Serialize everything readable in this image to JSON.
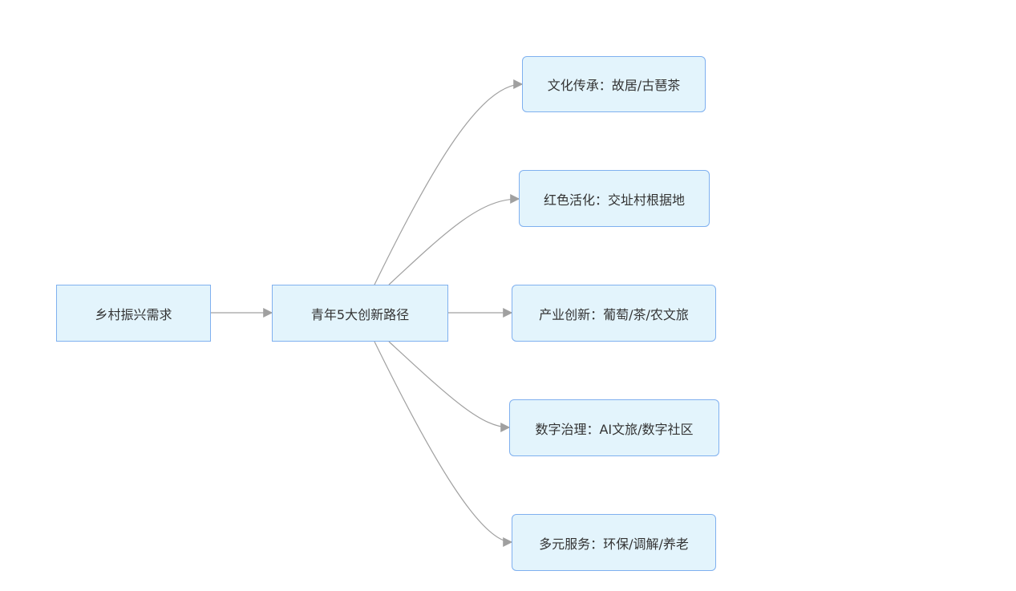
{
  "diagram": {
    "type": "flowchart",
    "nodes": {
      "demand": "乡村振兴需求",
      "paths": "青年5大创新路径",
      "culture": "文化传承：故居/古琶茶",
      "red": "红色活化：交址村根据地",
      "industry": "产业创新：葡萄/茶/农文旅",
      "digital": "数字治理：AI文旅/数字社区",
      "service": "多元服务：环保/调解/养老"
    },
    "edges": [
      {
        "from": "demand",
        "to": "paths"
      },
      {
        "from": "paths",
        "to": "culture"
      },
      {
        "from": "paths",
        "to": "red"
      },
      {
        "from": "paths",
        "to": "industry"
      },
      {
        "from": "paths",
        "to": "digital"
      },
      {
        "from": "paths",
        "to": "service"
      }
    ],
    "colors": {
      "node_fill": "#e3f4fc",
      "node_border": "#7fb0ef",
      "edge": "#a0a0a0",
      "text": "#333333"
    }
  }
}
